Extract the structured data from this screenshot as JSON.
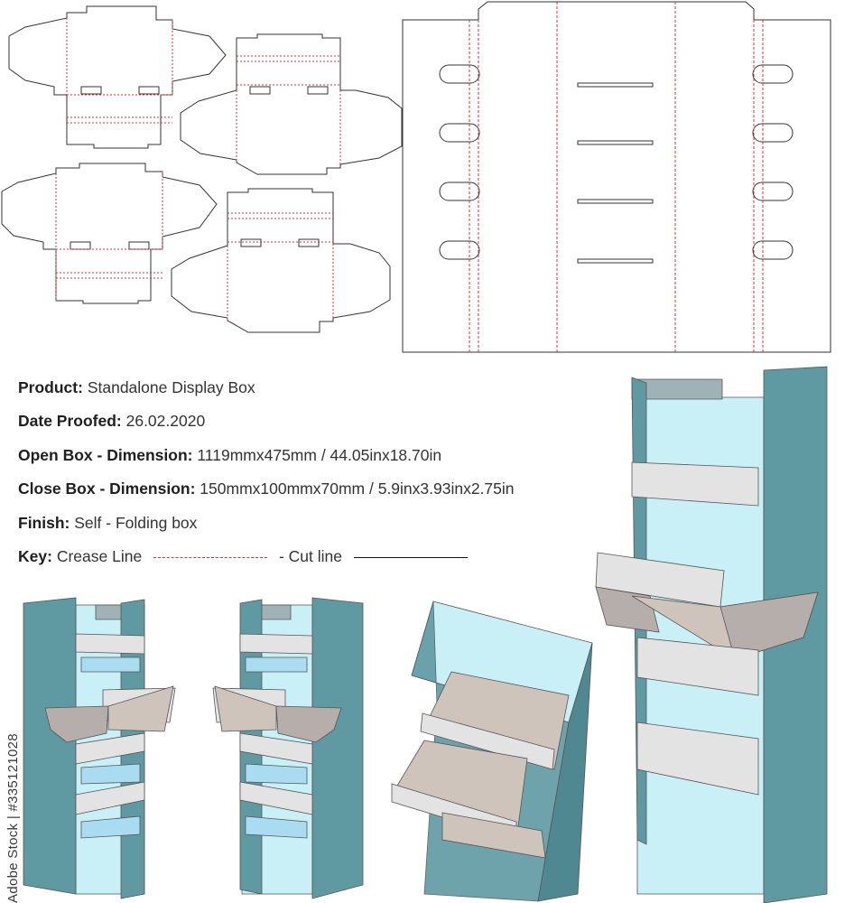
{
  "specs": {
    "product_label": "Product:",
    "product_value": "Standalone Display Box",
    "date_label": "Date Proofed:",
    "date_value": "26.02.2020",
    "open_label": "Open Box - Dimension:",
    "open_value": "1119mmx475mm / 44.05inx18.70in",
    "close_label": "Close Box - Dimension:",
    "close_value": "150mmx100mmx70mm / 5.9inx3.93inx2.75in",
    "finish_label": "Finish:",
    "finish_value": "Self - Folding box",
    "key_label": "Key:",
    "key_crease": "Crease Line",
    "key_cut": "- Cut line"
  },
  "stock_id": "Adobe Stock | #335121028",
  "colors": {
    "panel": "#5f9aa3",
    "panel_dark": "#4f8891",
    "inner": "#c8f0f6",
    "inner_light": "#e4f8fb",
    "shelf": "#e3e3e3",
    "shelf_dark": "#b5aeab",
    "shelf_floor": "#cfc4bc",
    "crease": "#e0303a",
    "cut": "#222222"
  }
}
